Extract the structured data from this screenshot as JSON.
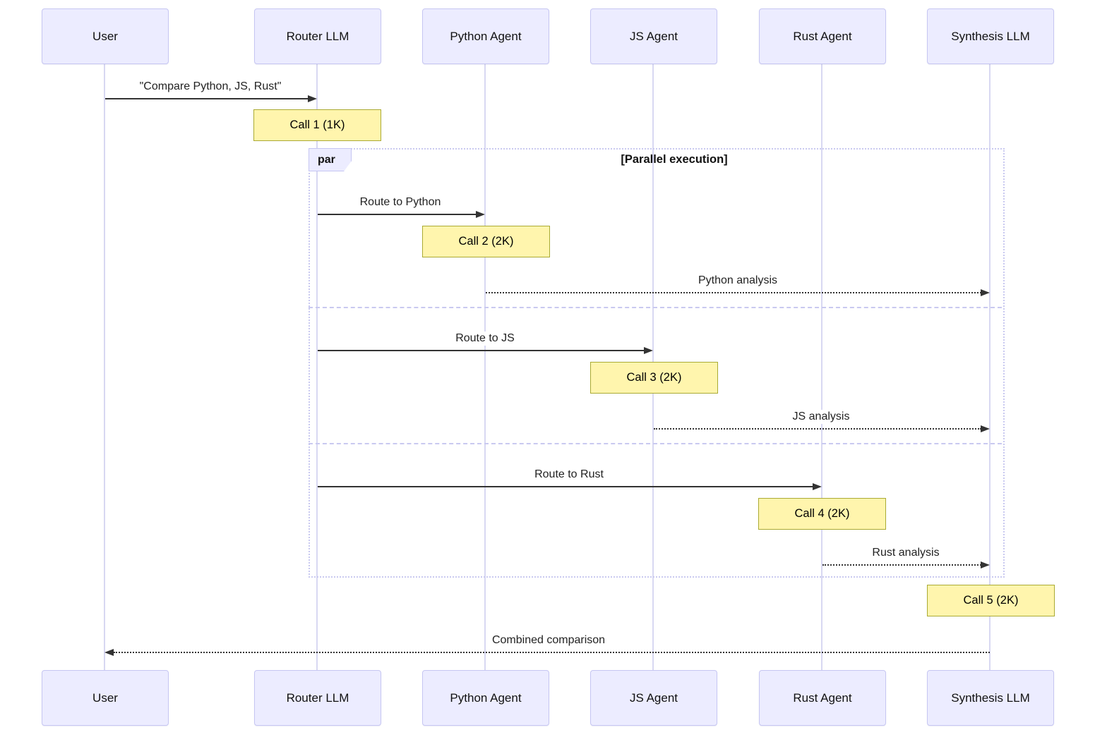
{
  "participants": [
    {
      "label": "User"
    },
    {
      "label": "Router LLM"
    },
    {
      "label": "Python Agent"
    },
    {
      "label": "JS Agent"
    },
    {
      "label": "Rust Agent"
    },
    {
      "label": "Synthesis LLM"
    }
  ],
  "messages": [
    {
      "label": "\"Compare Python, JS, Rust\"",
      "from": "User",
      "to": "Router LLM",
      "style": "solid"
    },
    {
      "label": "Route to Python",
      "from": "Router LLM",
      "to": "Python Agent",
      "style": "solid"
    },
    {
      "label": "Python analysis",
      "from": "Python Agent",
      "to": "Synthesis LLM",
      "style": "dashed"
    },
    {
      "label": "Route to JS",
      "from": "Router LLM",
      "to": "JS Agent",
      "style": "solid"
    },
    {
      "label": "JS analysis",
      "from": "JS Agent",
      "to": "Synthesis LLM",
      "style": "dashed"
    },
    {
      "label": "Route to Rust",
      "from": "Router LLM",
      "to": "Rust Agent",
      "style": "solid"
    },
    {
      "label": "Rust analysis",
      "from": "Rust Agent",
      "to": "Synthesis LLM",
      "style": "dashed"
    },
    {
      "label": "Combined comparison",
      "from": "Synthesis LLM",
      "to": "User",
      "style": "dashed"
    }
  ],
  "notes": [
    {
      "label": "Call 1 (1K)",
      "over": "Router LLM"
    },
    {
      "label": "Call 2 (2K)",
      "over": "Python Agent"
    },
    {
      "label": "Call 3 (2K)",
      "over": "JS Agent"
    },
    {
      "label": "Call 4 (2K)",
      "over": "Rust Agent"
    },
    {
      "label": "Call 5 (2K)",
      "over": "Synthesis LLM"
    }
  ],
  "par_block": {
    "tab_label": "par",
    "condition": "[Parallel execution]"
  },
  "colors": {
    "actor_fill": "#ECECFF",
    "actor_border": "#c6c6f2",
    "note_fill": "#fff5ad",
    "note_border": "#aaaa33",
    "lifeline": "#d8d8f2",
    "arrow": "#333333"
  }
}
